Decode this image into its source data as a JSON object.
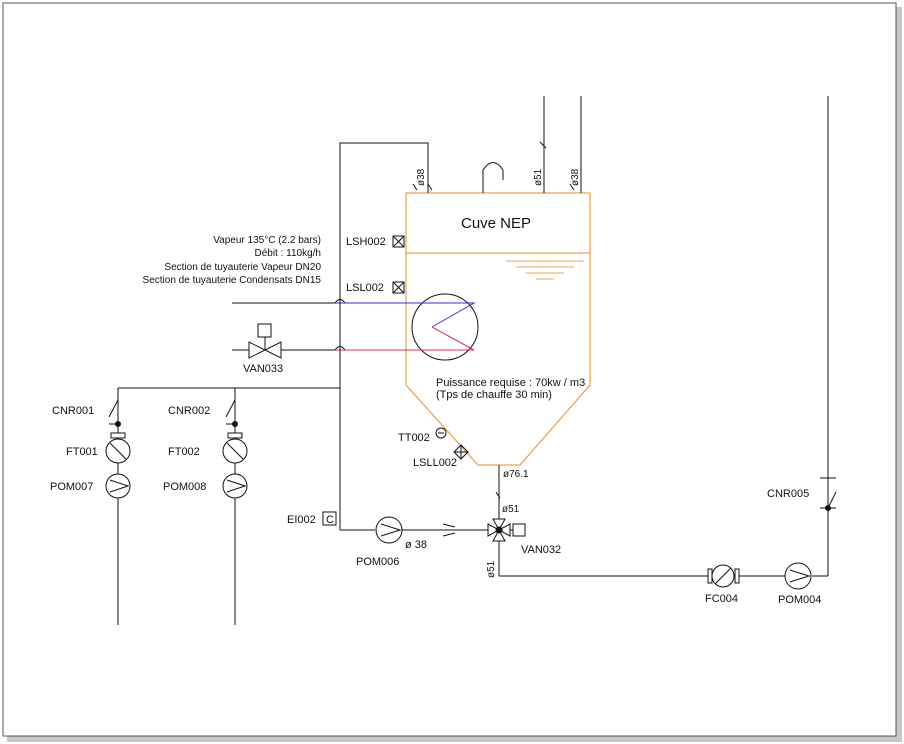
{
  "tank": {
    "title": "Cuve NEP",
    "power": "Puissance requise : 70kw / m3",
    "heat_time": "(Tps de chauffe 30 min)"
  },
  "steam_notes": [
    "Vapeur 135°C (2.2 bars)",
    "Débit : 110kg/h",
    "Section de tuyauterie Vapeur DN20",
    "Section de tuyauterie Condensats DN15"
  ],
  "tags": {
    "lsh002": "LSH002",
    "lsl002": "LSL002",
    "van033": "VAN033",
    "tt002": "TT002",
    "lsll002": "LSLL002",
    "cnr001": "CNR001",
    "cnr002": "CNR002",
    "ft001": "FT001",
    "ft002": "FT002",
    "pom007": "POM007",
    "pom008": "POM008",
    "ei002": "EI002",
    "ei002_box": "C",
    "pom006": "POM006",
    "van032": "VAN032",
    "cnr005": "CNR005",
    "fc004": "FC004",
    "pom004": "POM004"
  },
  "pipe_sizes": {
    "top_left": "ø38",
    "top_mid": "ø51",
    "top_right": "ø38",
    "tank_outlet": "ø76.1",
    "valve_top": "ø51",
    "valve_bottom": "ø51",
    "pump_line": "ø  38"
  },
  "colors": {
    "tank_outline": "#f0a050",
    "steam_in": "#3030e0",
    "condensate_out": "#e03060",
    "line": "#111111"
  }
}
